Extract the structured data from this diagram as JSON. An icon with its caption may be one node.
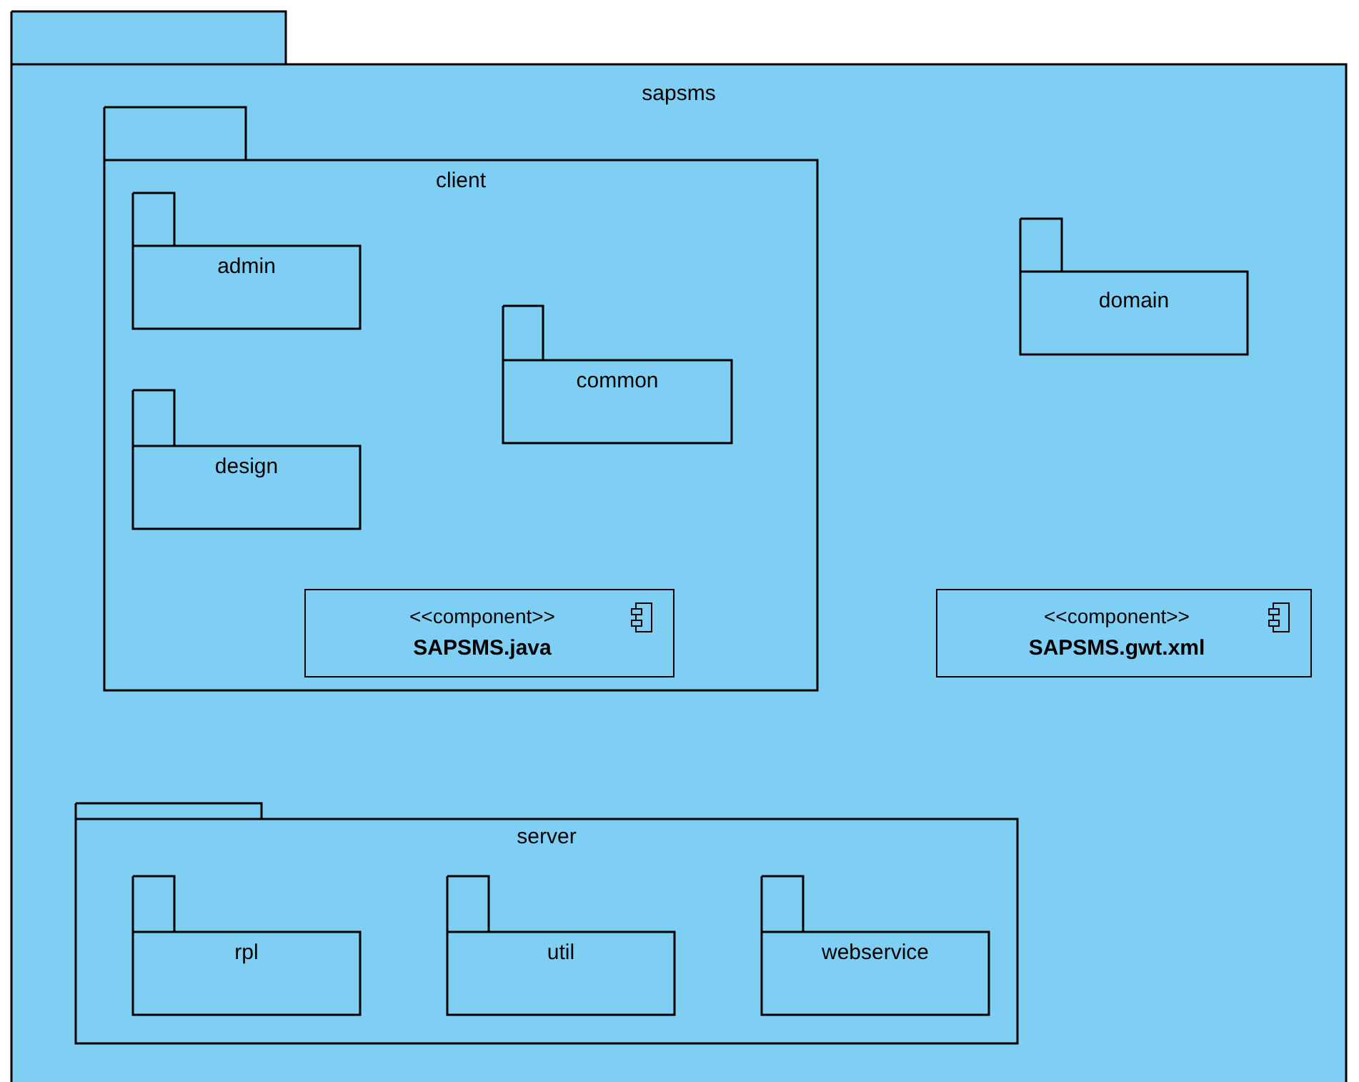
{
  "diagram": {
    "nodes": [
      {
        "text": [
          "sapsms"
        ]
      },
      {
        "text": [
          "client"
        ],
        "in": 0
      },
      {
        "text": [
          "admin"
        ],
        "in": 1
      },
      {
        "text": [
          "common"
        ],
        "in": 1
      },
      {
        "text": [
          "design"
        ],
        "in": 1
      },
      {
        "text": [
          "<<component>>",
          "SAPSMS.java"
        ],
        "in": 1
      },
      {
        "text": [
          "domain"
        ],
        "in": 0
      },
      {
        "text": [
          "<<component>>",
          "SAPSMS.gwt.xml"
        ],
        "in": 0
      },
      {
        "text": [
          "server"
        ],
        "in": 0
      },
      {
        "text": [
          "rpl"
        ],
        "in": 8
      },
      {
        "text": [
          "util"
        ],
        "in": 8
      },
      {
        "text": [
          "webservice"
        ],
        "in": 8
      }
    ]
  }
}
